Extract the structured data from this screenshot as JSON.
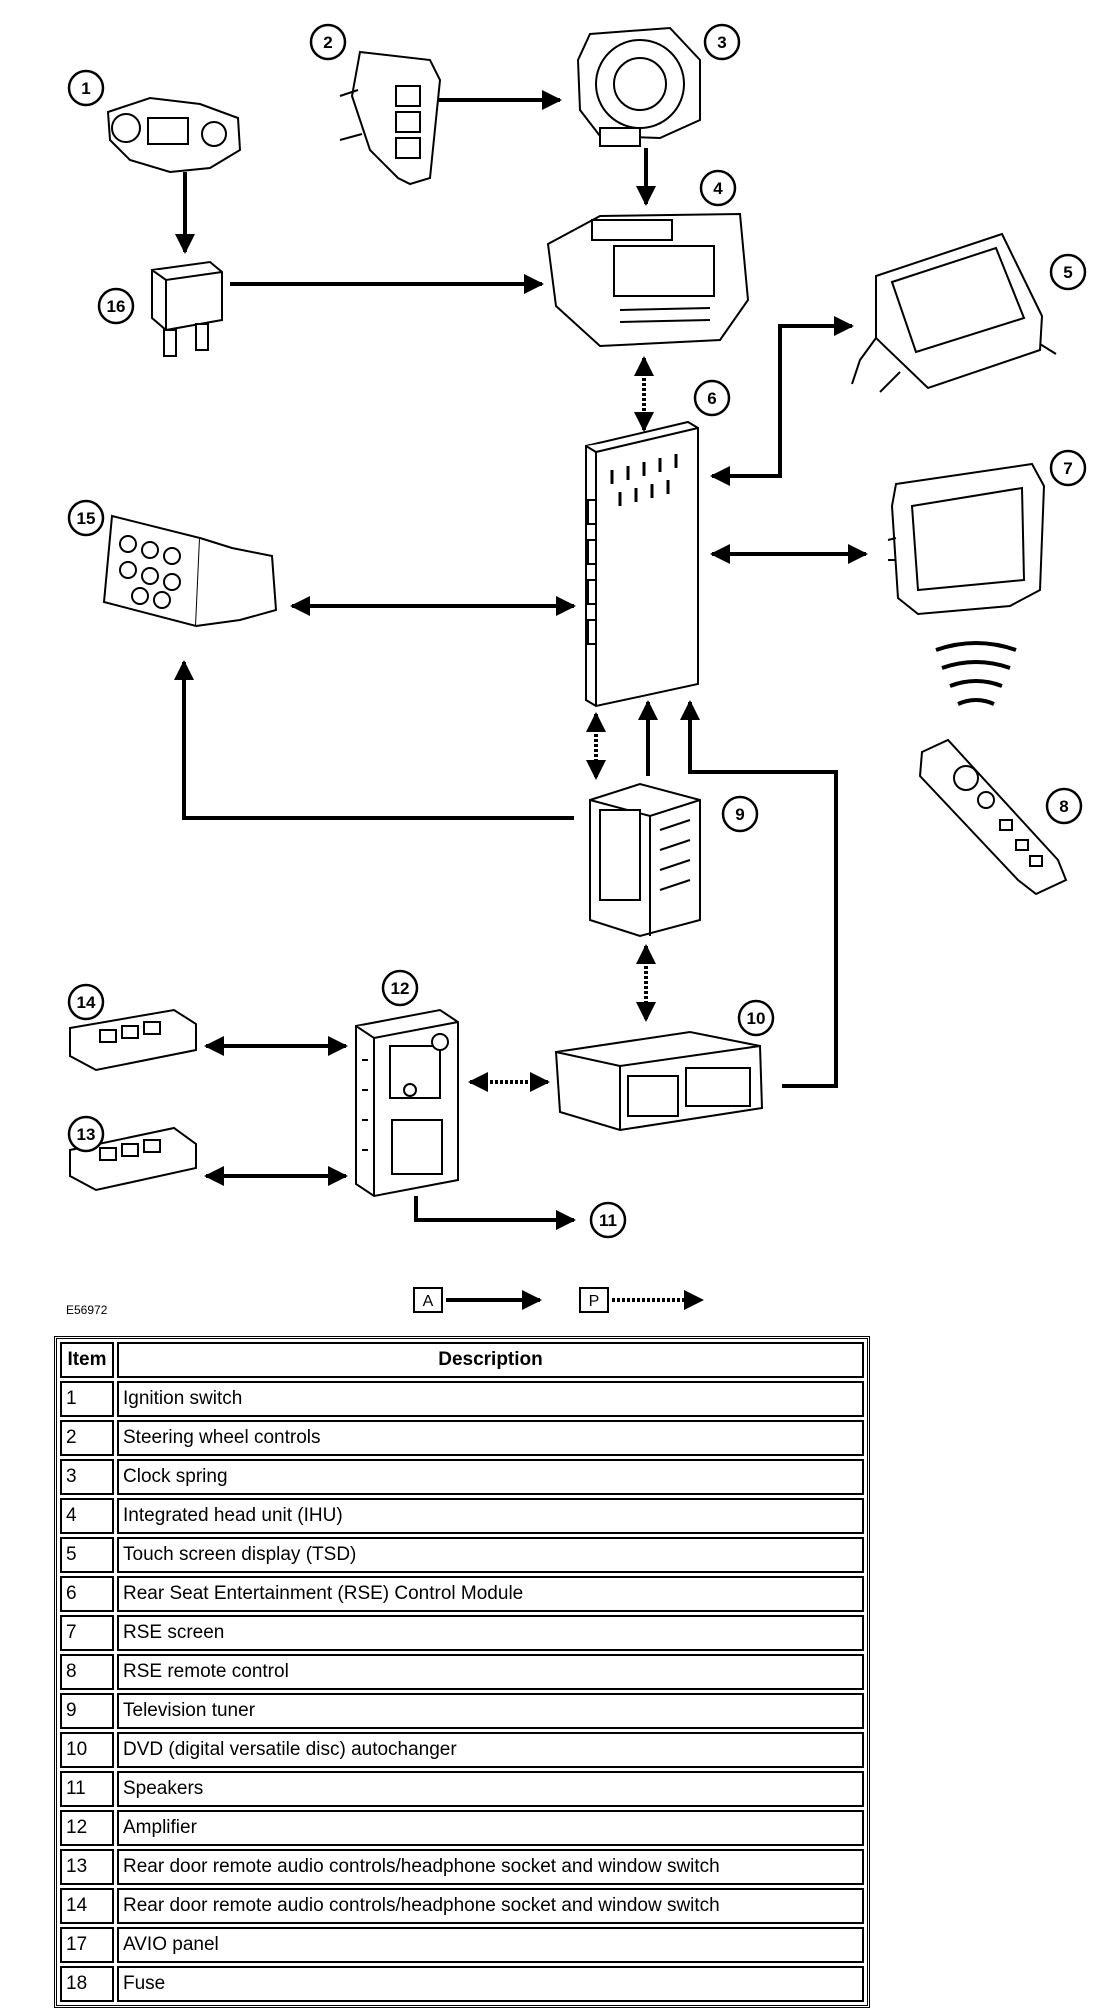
{
  "figure_code": "E56972",
  "callouts": [
    "1",
    "2",
    "3",
    "4",
    "5",
    "6",
    "7",
    "8",
    "9",
    "10",
    "11",
    "12",
    "13",
    "14",
    "15",
    "16"
  ],
  "legend": {
    "a_label": "A",
    "p_label": "P"
  },
  "table": {
    "headers": {
      "item": "Item",
      "description": "Description"
    },
    "rows": [
      {
        "item": "1",
        "description": "Ignition switch"
      },
      {
        "item": "2",
        "description": "Steering wheel controls"
      },
      {
        "item": "3",
        "description": "Clock spring"
      },
      {
        "item": "4",
        "description": "Integrated head unit (IHU)"
      },
      {
        "item": "5",
        "description": "Touch screen display (TSD)"
      },
      {
        "item": "6",
        "description": "Rear Seat Entertainment (RSE) Control Module"
      },
      {
        "item": "7",
        "description": "RSE screen"
      },
      {
        "item": "8",
        "description": "RSE remote control"
      },
      {
        "item": "9",
        "description": "Television tuner"
      },
      {
        "item": "10",
        "description": "DVD (digital versatile disc) autochanger"
      },
      {
        "item": "11",
        "description": "Speakers"
      },
      {
        "item": "12",
        "description": "Amplifier"
      },
      {
        "item": "13",
        "description": "Rear door remote audio controls/headphone socket and window switch"
      },
      {
        "item": "14",
        "description": "Rear door remote audio controls/headphone socket and window switch"
      },
      {
        "item": "17",
        "description": "AVIO panel"
      },
      {
        "item": "18",
        "description": "Fuse"
      }
    ]
  }
}
